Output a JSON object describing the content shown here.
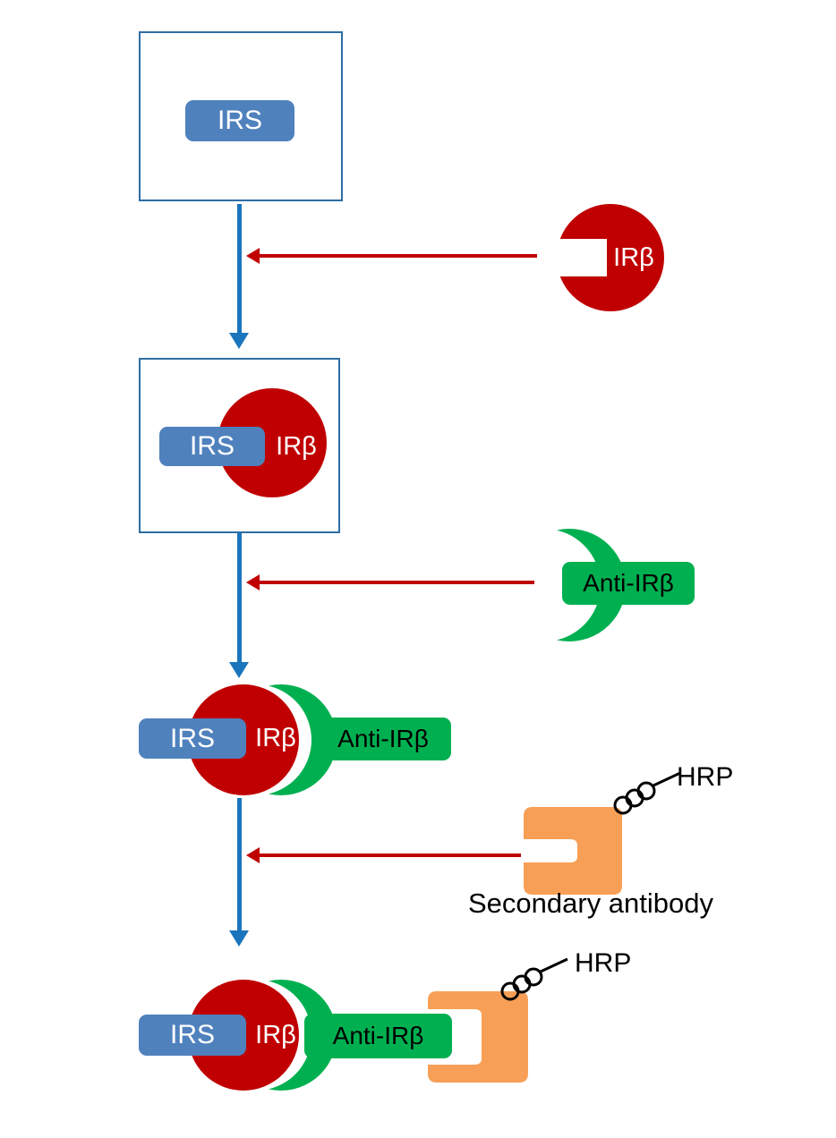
{
  "diagram": {
    "step1_plate": {
      "irs": "IRS"
    },
    "reagent_irb": {
      "label": "IRβ"
    },
    "step2_complex": {
      "irs": "IRS",
      "irb": "IRβ"
    },
    "reagent_anti_irb": {
      "label": "Anti-IRβ"
    },
    "step3_complex": {
      "irs": "IRS",
      "irb": "IRβ",
      "anti_irb": "Anti-IRβ"
    },
    "reagent_secondary": {
      "label": "Secondary antibody",
      "hrp": "HRP"
    },
    "step4_complex": {
      "irs": "IRS",
      "irb": "IRβ",
      "anti_irb": "Anti-IRβ",
      "hrp": "HRP"
    }
  },
  "colors": {
    "box_border_blue": "#2e6da4",
    "irs_blue": "#4f81bd",
    "irb_red": "#c00000",
    "antibody_green": "#00b050",
    "secondary_orange": "#f79f56",
    "flow_arrow_blue": "#1b75bc",
    "reagent_arrow_red": "#c00000",
    "text_light": "#ffffff",
    "text_dark": "#000000"
  }
}
